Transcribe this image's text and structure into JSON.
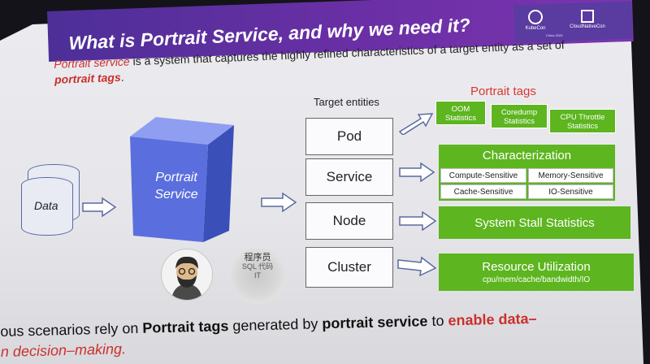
{
  "slide": {
    "title": "What is Portrait Service, and why we need it?",
    "logos": {
      "kubecon": "KubeCon",
      "cloudnativecon": "CloudNativeCon",
      "region": "China 2025"
    },
    "intro": {
      "term": "Portrait service",
      "text1": " is a system that captures the highly refined characteristics of a target entity as a set of ",
      "term2": "portrait tags",
      "text2": "."
    },
    "data_label": "Data",
    "portrait_service_label": "Portrait Service",
    "wordcloud": {
      "title": "程序员",
      "words": [
        "SQL",
        "代码",
        "IT"
      ]
    },
    "target_entities": {
      "header": "Target entities",
      "items": [
        "Pod",
        "Service",
        "Node",
        "Cluster"
      ]
    },
    "portrait_tags": {
      "header": "Portrait tags",
      "tags": [
        "OOM Statistics",
        "Coredump Statistics",
        "CPU Throttle Statistics"
      ]
    },
    "characterization": {
      "header": "Characterization",
      "cells": [
        "Compute-Sensitive",
        "Memory-Sensitive",
        "Cache-Sensitive",
        "IO-Sensitive"
      ]
    },
    "system_stall": "System Stall Statistics",
    "resource_utilization": {
      "title": "Resource Utilization",
      "sub": "cpu/mem/cache/bandwidth/IO"
    },
    "bottom": {
      "p1": "ous scenarios rely on ",
      "t1": "Portrait tags",
      "p2": " generated by ",
      "t2": "portrait service",
      "p3": " to ",
      "t3": "enable data–",
      "line2": "n decision–making."
    },
    "colors": {
      "purple": "#5a34a0",
      "green": "#5db51f",
      "red": "#c9302c",
      "blue": "#4f63d8"
    }
  }
}
